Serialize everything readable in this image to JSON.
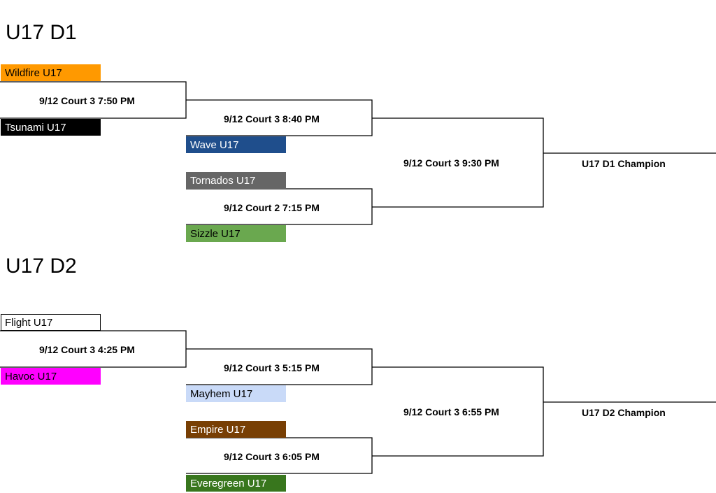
{
  "brackets": [
    {
      "title": "U17 D1",
      "teams": [
        {
          "name": "Wildfire U17",
          "bg": "#ff9900",
          "fg": "#000000"
        },
        {
          "name": "Tsunami U17",
          "bg": "#000000",
          "fg": "#ffffff"
        },
        {
          "name": "Wave U17",
          "bg": "#1f4e8c",
          "fg": "#ffffff"
        },
        {
          "name": "Tornados U17",
          "bg": "#666666",
          "fg": "#ffffff"
        },
        {
          "name": "Sizzle U17",
          "bg": "#6aa84f",
          "fg": "#000000"
        }
      ],
      "matches": {
        "r1": "9/12 Court 3 7:50 PM",
        "r2_top": "9/12 Court 3 8:40 PM",
        "r2_bottom": "9/12 Court 2 7:15 PM",
        "final": "9/12 Court 3 9:30 PM"
      },
      "champion": "U17 D1 Champion"
    },
    {
      "title": "U17 D2",
      "teams": [
        {
          "name": "Flight U17",
          "bg": "#ffffff",
          "fg": "#000000"
        },
        {
          "name": "Havoc U17",
          "bg": "#ff00ff",
          "fg": "#000000"
        },
        {
          "name": "Mayhem U17",
          "bg": "#c9daf8",
          "fg": "#000000"
        },
        {
          "name": "Empire U17",
          "bg": "#783f04",
          "fg": "#ffffff"
        },
        {
          "name": "Everegreen U17",
          "bg": "#38761d",
          "fg": "#ffffff"
        }
      ],
      "matches": {
        "r1": "9/12 Court 3 4:25 PM",
        "r2_top": "9/12 Court 3 5:15 PM",
        "r2_bottom": "9/12 Court 3 6:05 PM",
        "final": "9/12 Court 3 6:55 PM"
      },
      "champion": "U17 D2 Champion"
    }
  ]
}
